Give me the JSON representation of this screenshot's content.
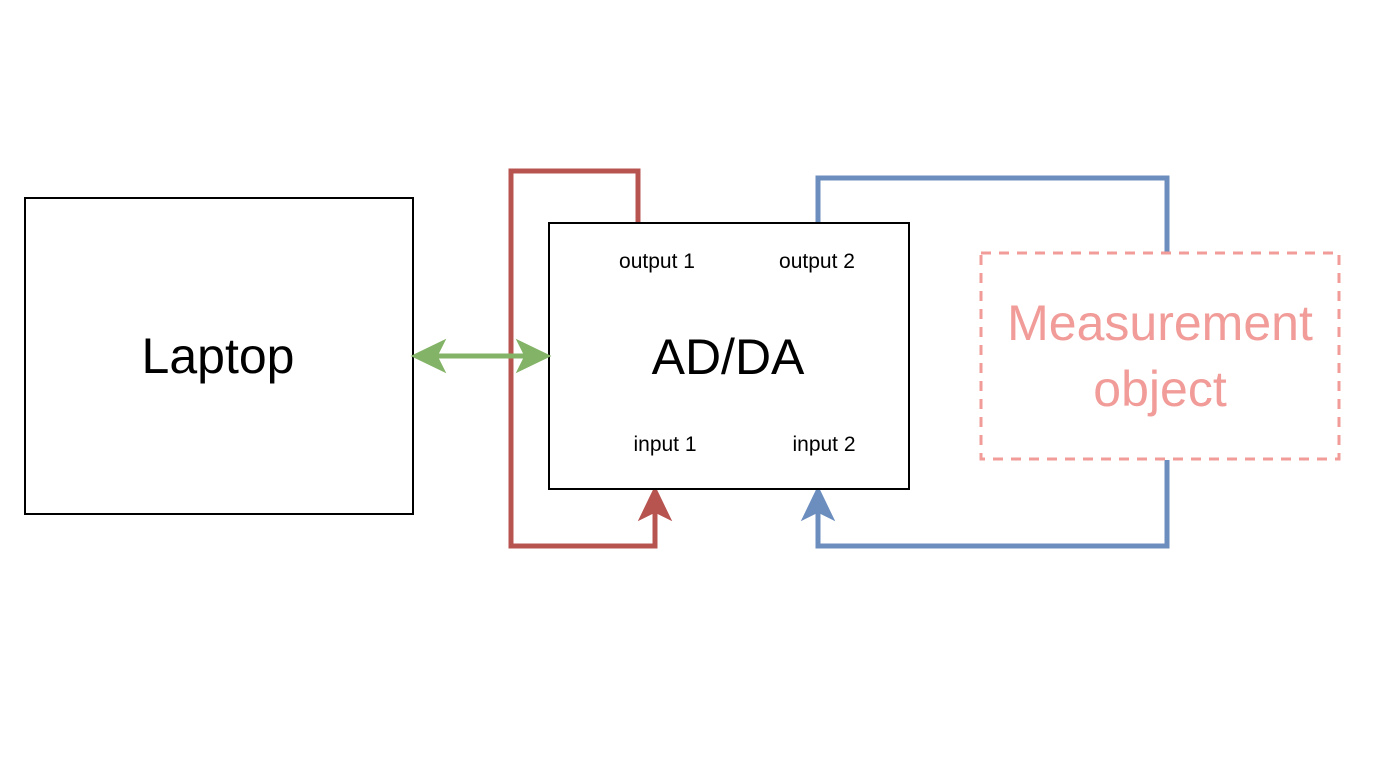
{
  "diagram": {
    "laptop": {
      "label": "Laptop"
    },
    "adda": {
      "label": "AD/DA",
      "output1": "output 1",
      "output2": "output 2",
      "input1": "input 1",
      "input2": "input 2"
    },
    "measurement": {
      "line1": "Measurement",
      "line2": "object"
    }
  },
  "colors": {
    "box_stroke": "#000000",
    "red_loop": "#b85450",
    "blue_loop": "#6c8ebf",
    "green_link": "#82b366",
    "measurement": "#f19c99"
  }
}
